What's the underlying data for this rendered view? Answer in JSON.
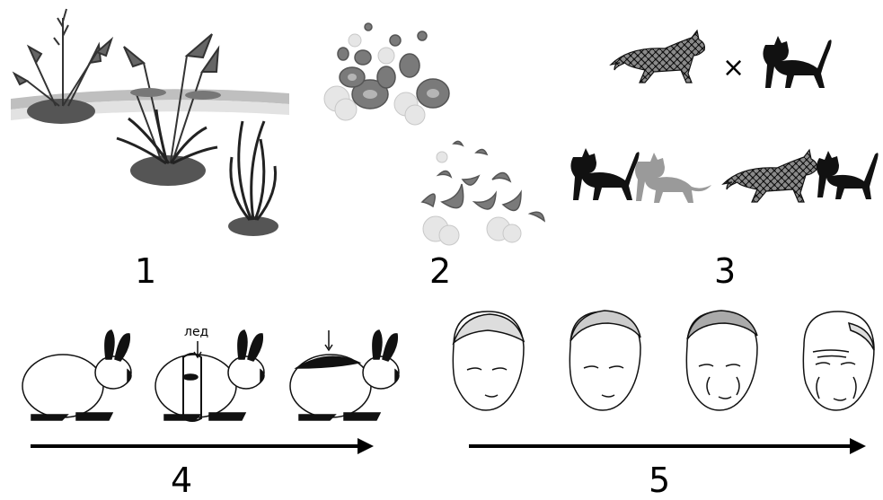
{
  "panels": [
    {
      "number": "1",
      "topic": "aquatic-plant-leaf-forms"
    },
    {
      "number": "2",
      "topic": "blood-cells-normal-and-sickle"
    },
    {
      "number": "3",
      "topic": "cat-coat-color-cross"
    },
    {
      "number": "4",
      "topic": "himalayan-rabbit-fur-with-ice"
    },
    {
      "number": "5",
      "topic": "human-face-aging"
    }
  ],
  "cross_symbol": "×",
  "ice_label": "лед",
  "colors": {
    "ink": "#000000",
    "water": "#bfbfbf",
    "mud": "#555555",
    "cell_dark": "#7a7a7a",
    "cell_light": "#d9d9d9",
    "cat_grey": "#9a9a9a"
  }
}
